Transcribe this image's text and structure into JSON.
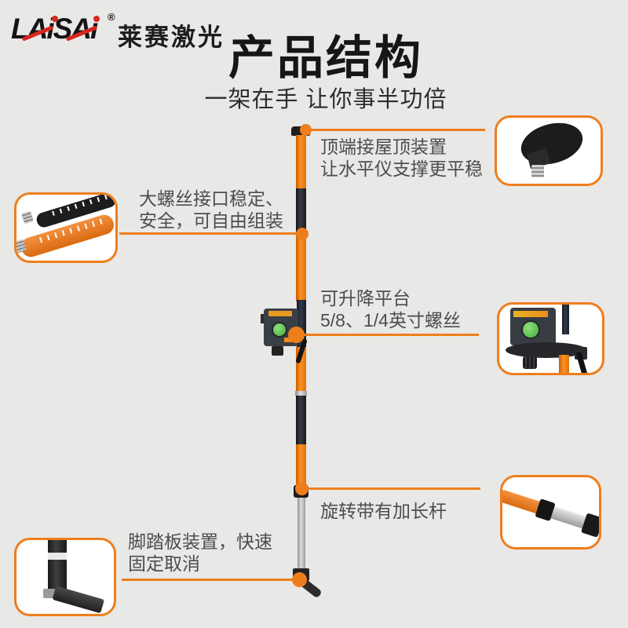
{
  "brand": {
    "logo": "LAiSAi",
    "registered_mark": "®",
    "name_cn": "莱赛激光"
  },
  "header": {
    "title": "产品结构",
    "subtitle": "一架在手 让你事半功倍"
  },
  "colors": {
    "background": "#e8e8e6",
    "accent_orange": "#ee7e1c",
    "pole_orange": "#f0820a",
    "logo_red": "#d5281e",
    "title_text": "#161616",
    "body_text": "#4d4d4d"
  },
  "callouts": [
    {
      "name": "ceiling-adapter",
      "lines": [
        "顶端接屋顶装置",
        "让水平仪支撑更平稳"
      ],
      "image": "ceiling-knob-photo"
    },
    {
      "name": "screw-interface",
      "lines": [
        "大螺丝接口稳定、",
        "安全，可自由组装"
      ],
      "image": "pole-sections-photo"
    },
    {
      "name": "lift-platform",
      "lines": [
        "可升降平台",
        "5/8、1/4英寸螺丝"
      ],
      "image": "lift-platform-photo"
    },
    {
      "name": "extension-rod",
      "lines": [
        "旋转带有加长杆"
      ],
      "image": "extension-rod-photo"
    },
    {
      "name": "foot-pedal",
      "lines": [
        "脚踏板装置，快速",
        "固定取消"
      ],
      "image": "foot-pedal-photo"
    }
  ]
}
